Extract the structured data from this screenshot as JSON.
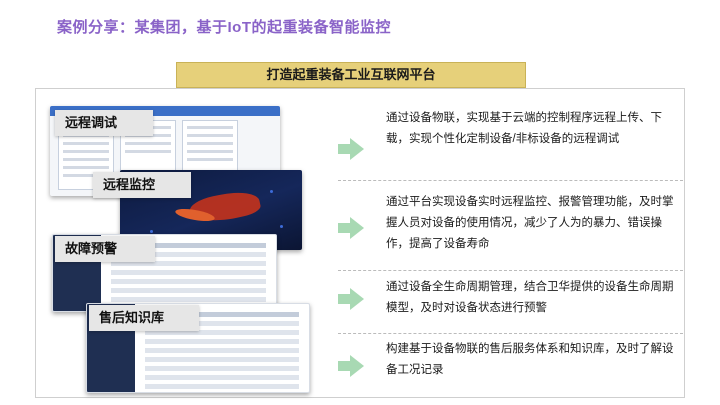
{
  "slide": {
    "title": "案例分享：某集团，基于IoT的起重装备智能监控",
    "banner": "打造起重装备工业互联网平台"
  },
  "features": [
    {
      "tag": "远程调试",
      "description": "通过设备物联，实现基于云端的控制程序远程上传、下载，实现个性化定制设备/非标设备的远程调试"
    },
    {
      "tag": "远程监控",
      "description": "通过平台实现设备实时远程监控、报警管理功能，及时掌握人员对设备的使用情况，减少了人为的暴力、错误操作，提高了设备寿命"
    },
    {
      "tag": "故障预警",
      "description": "通过设备全生命周期管理，结合卫华提供的设备生命周期模型，及时对设备状态进行预警"
    },
    {
      "tag": "售后知识库",
      "description": "构建基于设备物联的售后服务体系和知识库，及时了解设备工况记录"
    }
  ],
  "colors": {
    "title": "#8a63c8",
    "banner_bg": "#e6d07a",
    "arrow": "#a8d9b3",
    "tag_bg": "#e6e6e6"
  },
  "icons": [
    "right-arrow-icon"
  ]
}
